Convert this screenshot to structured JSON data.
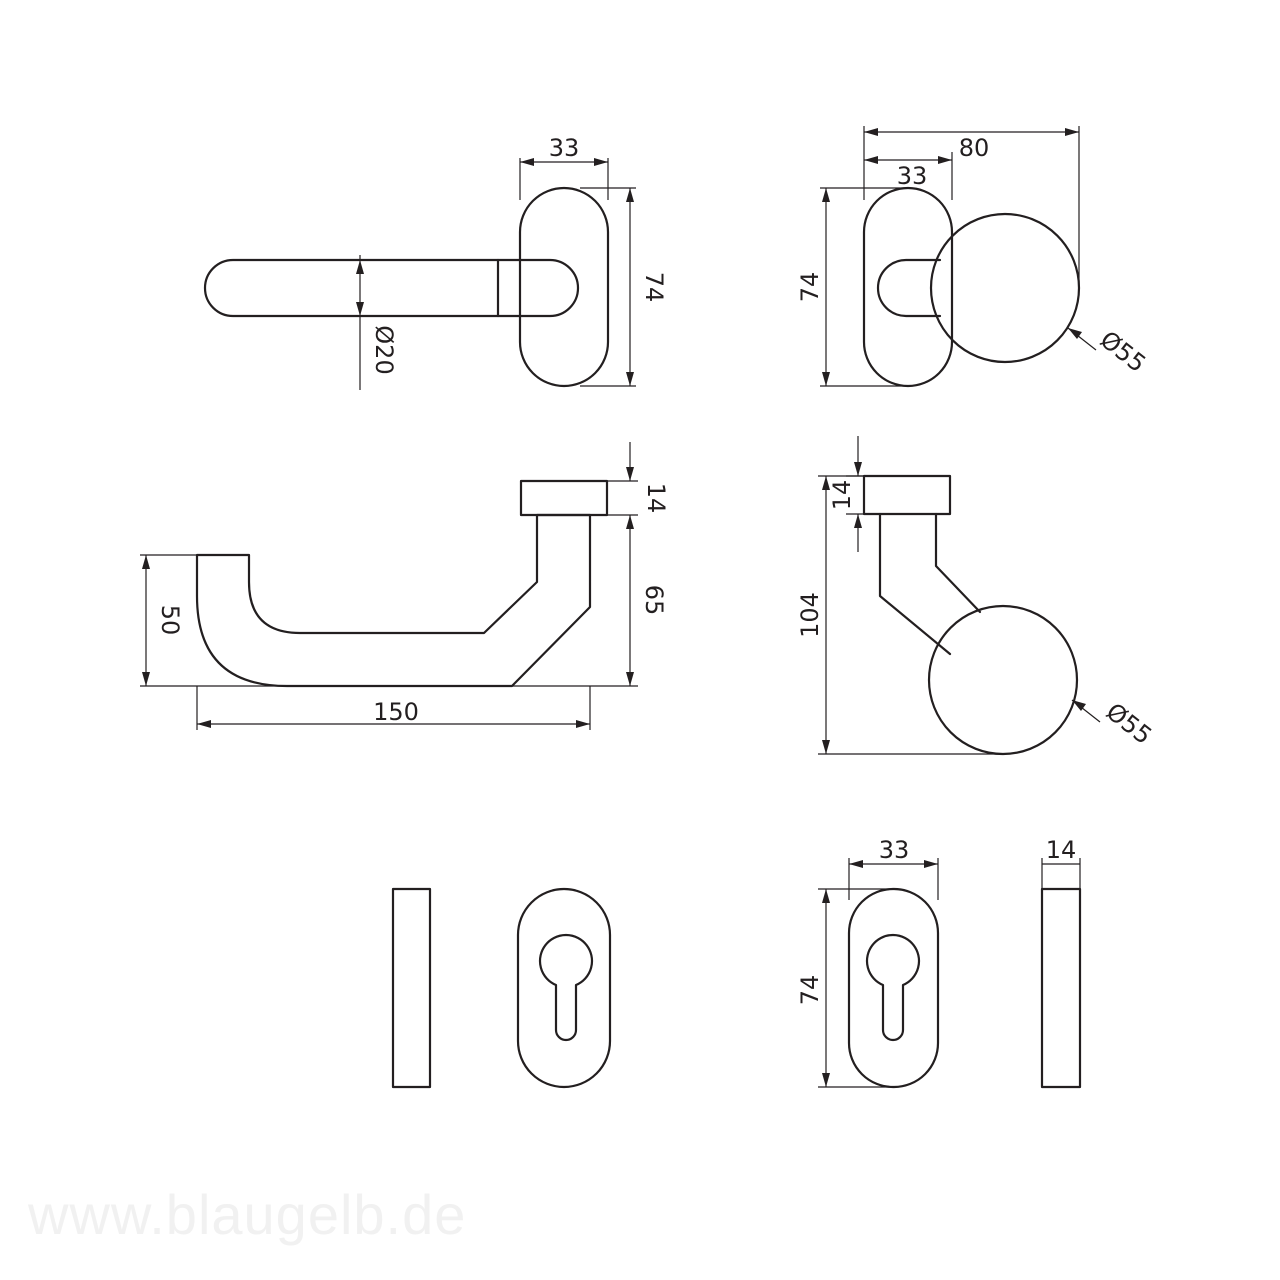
{
  "views": {
    "lever_front": {
      "dims": {
        "width": "33",
        "height": "74",
        "diameter": "Ø20"
      }
    },
    "knob_front": {
      "dims": {
        "total_width": "80",
        "rose_width": "33",
        "height": "74",
        "diameter": "Ø55"
      }
    },
    "lever_side": {
      "dims": {
        "rose_thickness": "14",
        "neck_height": "65",
        "lever_height": "50",
        "length": "150"
      }
    },
    "knob_side": {
      "dims": {
        "rose_thickness": "14",
        "height": "104",
        "diameter": "Ø55"
      }
    },
    "escutcheon_front": {
      "dims": {
        "width": "33",
        "height": "74"
      }
    },
    "escutcheon_side": {
      "dims": {
        "thickness": "14"
      }
    }
  },
  "watermark": "www.blaugelb.de"
}
